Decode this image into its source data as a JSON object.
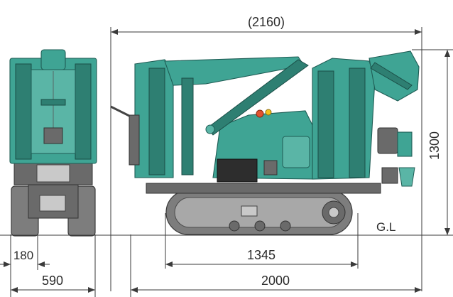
{
  "dimensions": {
    "overall_length_top": "(2160)",
    "height": "1300",
    "track_center": "1345",
    "overall_length_bottom": "2000",
    "track_shoe_width": "180",
    "overall_width": "590",
    "ground_line": "G.L"
  },
  "colors": {
    "machine_body": "#3fa494",
    "track": "#7d7d7d",
    "dimension_lines": "#3a3a3a"
  }
}
